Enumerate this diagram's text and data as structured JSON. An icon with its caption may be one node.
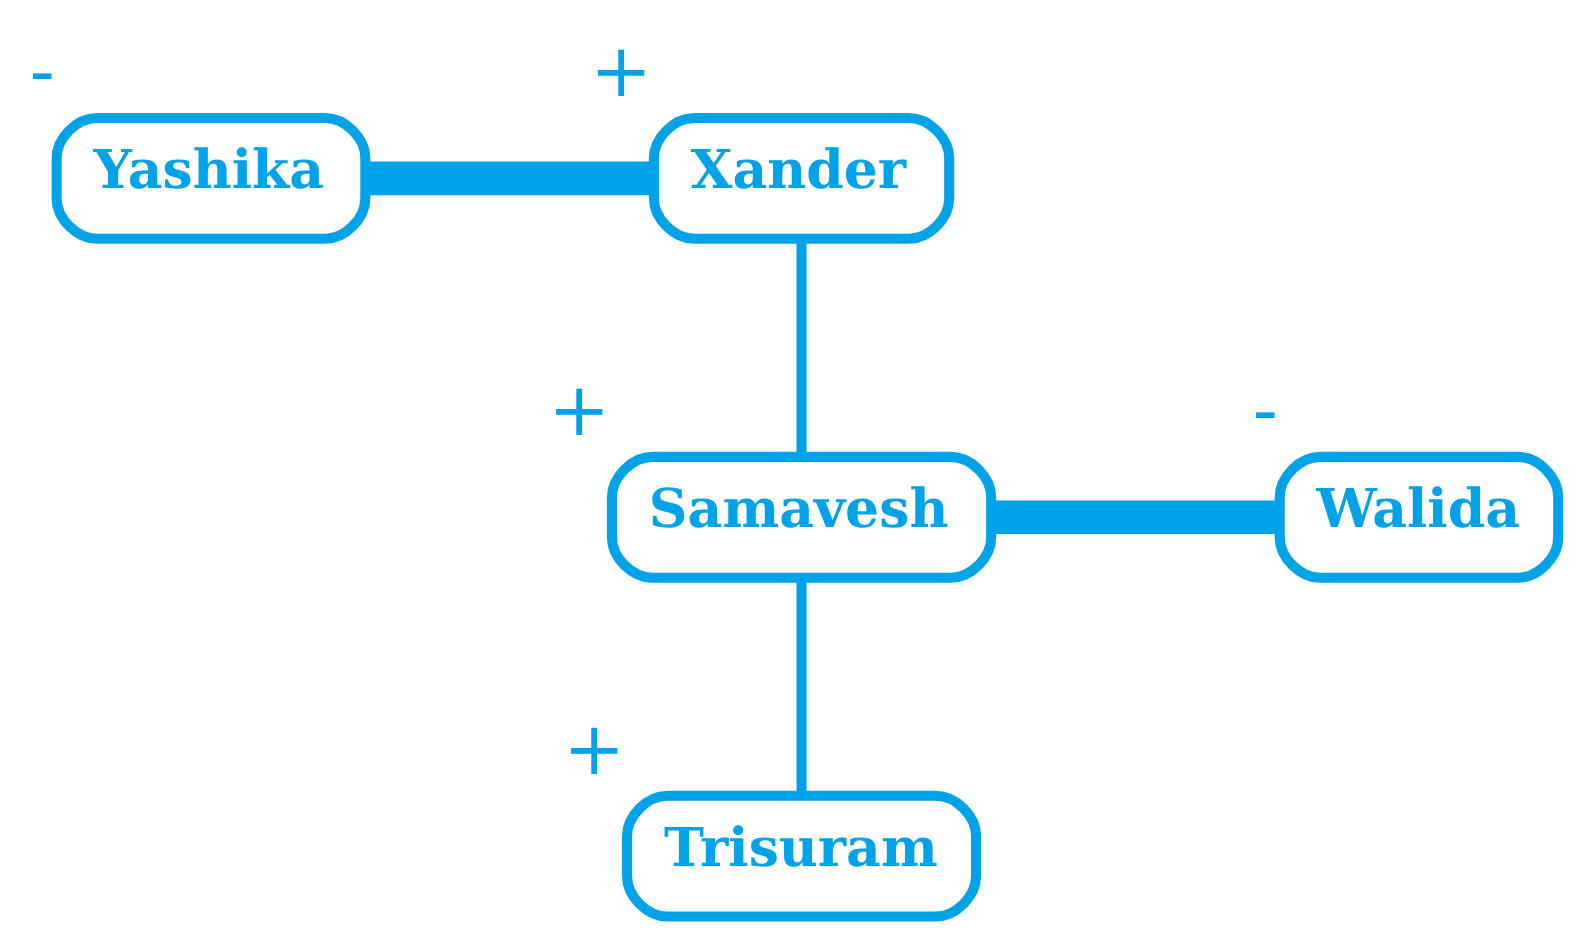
{
  "diagram": {
    "nodes": [
      {
        "text": [
          "Yashika"
        ],
        "beside": [
          "-"
        ]
      },
      {
        "text": [
          "Xander"
        ],
        "beside": [
          "+"
        ]
      },
      {
        "text": [
          "Samavesh"
        ],
        "beside": [
          "+"
        ]
      },
      {
        "text": [
          "Walida"
        ],
        "beside": [
          "-"
        ]
      },
      {
        "text": [
          "Trisuram"
        ],
        "beside": [
          "+"
        ]
      }
    ],
    "edges": [
      {
        "from": 0,
        "to": 1,
        "arrow": "none",
        "style": "thick"
      },
      {
        "from": 1,
        "to": 2,
        "arrow": "none"
      },
      {
        "from": 2,
        "to": 3,
        "arrow": "none",
        "style": "thick"
      },
      {
        "from": 2,
        "to": 4,
        "arrow": "none"
      }
    ]
  }
}
